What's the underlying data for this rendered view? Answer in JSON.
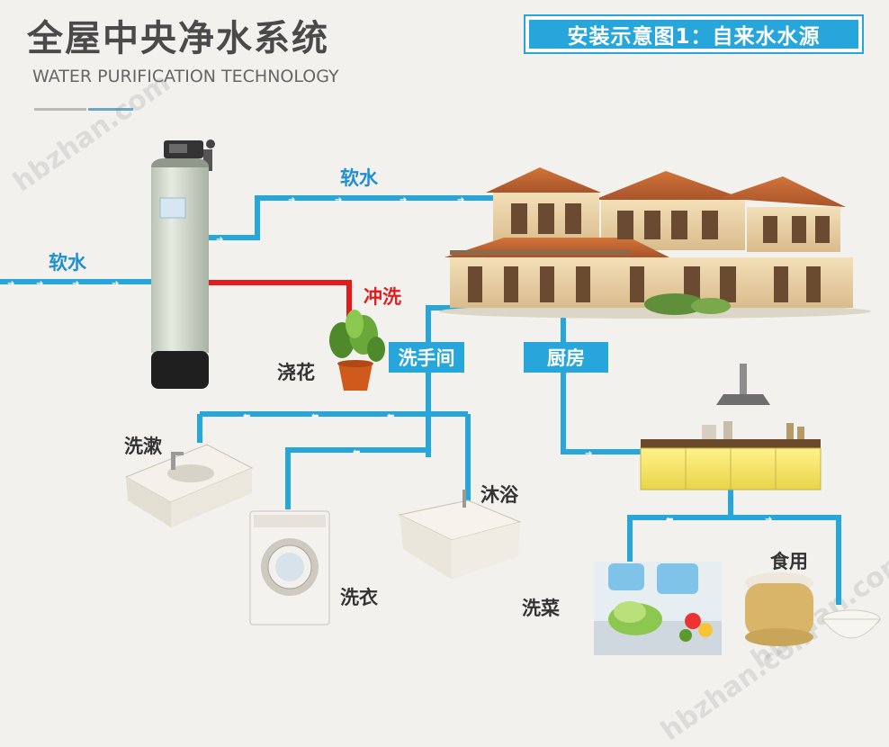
{
  "header": {
    "title": "全屋中央净水系统",
    "subtitle": "WATER PURIFICATION TECHNOLOGY",
    "badge": "安装示意图1：自来水水源"
  },
  "labels": {
    "inlet_soft_water": "软水",
    "top_soft_water": "软水",
    "flush": "冲洗",
    "watering": "浇花",
    "bathroom": "洗手间",
    "kitchen": "厨房",
    "gargle": "洗漱",
    "laundry": "洗衣",
    "shower": "沐浴",
    "wash_vegetables": "洗菜",
    "edible": "食用"
  },
  "watermarks": [
    "hbzhan.com",
    "hbzhan.com",
    "hbzhan.com"
  ],
  "colors": {
    "pipe": "#27a6dc",
    "flush_pipe": "#e41b1b",
    "label_box": "#27a6dc"
  }
}
